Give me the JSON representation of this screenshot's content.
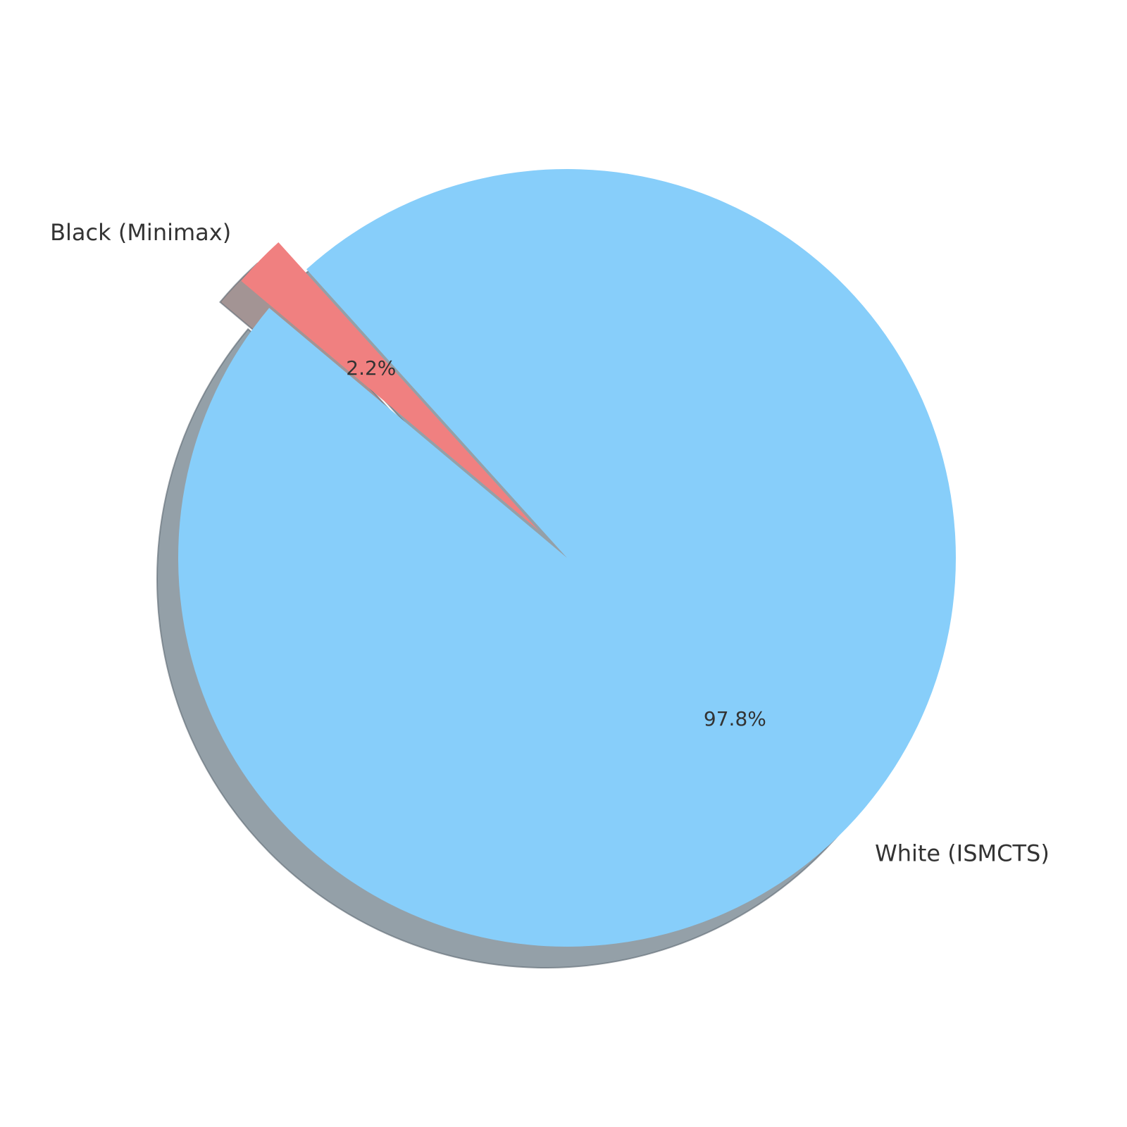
{
  "chart_data": {
    "type": "pie",
    "slices": [
      {
        "label": "White (ISMCTS)",
        "value": 97.8,
        "pct_label": "97.8%",
        "color": "#87CEFA",
        "exploded": false
      },
      {
        "label": "Black (Minimax)",
        "value": 2.2,
        "pct_label": "2.2%",
        "color": "#F08080",
        "exploded": true
      }
    ],
    "shadow": true,
    "shadow_color": "#94A0A8",
    "text_color": "#333333"
  }
}
